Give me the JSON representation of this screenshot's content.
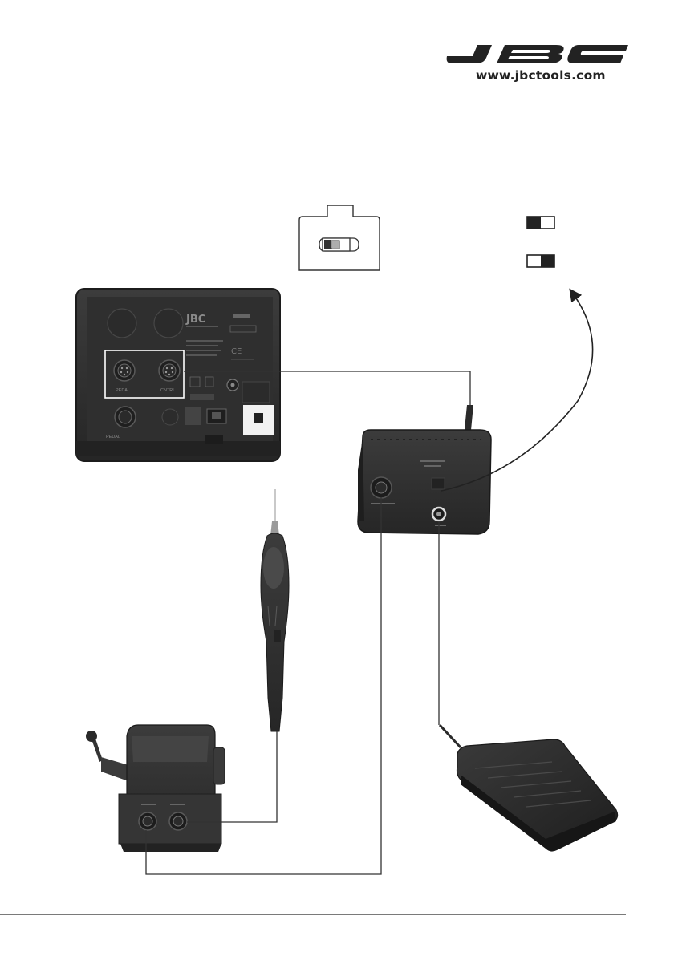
{
  "header": {
    "brand": "JBC",
    "website": "www.jbctools.com"
  },
  "station": {
    "brand": "JBC",
    "port_labels": [
      "PEDAL",
      "CNTRL",
      "PEDAL"
    ]
  },
  "colors": {
    "device_body": "#333333",
    "device_edge": "#1c1c1c",
    "cable": "#2a2a2a",
    "line": "#333333",
    "footer_rule": "#7a7a7a"
  },
  "icons": {
    "switch_detail": "slide-switch-icon",
    "switch_left": "switch-position-left-icon",
    "switch_right": "switch-position-right-icon",
    "arrow": "curved-arrow-icon"
  }
}
